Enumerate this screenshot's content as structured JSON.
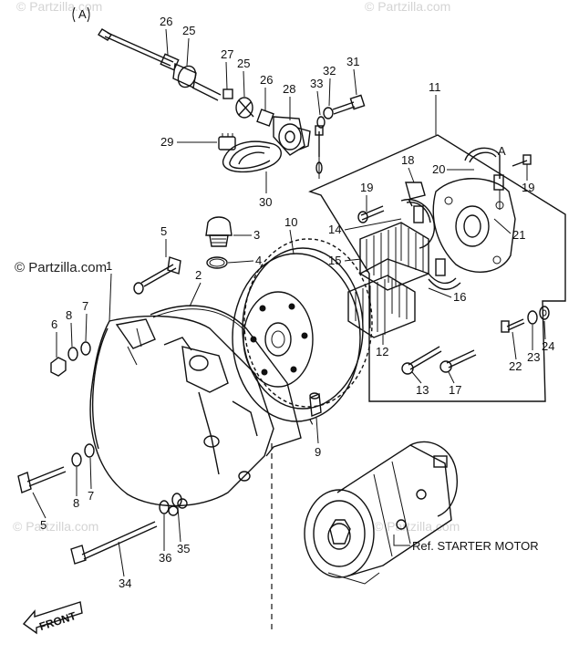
{
  "watermarks": {
    "top_left": "© Partzilla.com",
    "top_right": "© Partzilla.com",
    "main": "© Partzilla.com",
    "bottom_left": "© Partzilla.com",
    "bottom_right": "© Partzilla.com"
  },
  "markers": {
    "detail_top_left": "A",
    "detail_wire": "A"
  },
  "ref_label": "Ref. STARTER MOTOR",
  "front_label": "FRONT",
  "callouts": {
    "c26a": "26",
    "c25a": "25",
    "c27": "27",
    "c25b": "25",
    "c26b": "26",
    "c28": "28",
    "c33": "33",
    "c32": "32",
    "c31": "31",
    "c29": "29",
    "c30": "30",
    "c11": "11",
    "c18": "18",
    "c20": "20",
    "c19a": "19",
    "c19b": "19",
    "c14": "14",
    "c21": "21",
    "c15": "15",
    "c16": "16",
    "c12": "12",
    "c13": "13",
    "c17": "17",
    "c22": "22",
    "c23": "23",
    "c24": "24",
    "c10": "10",
    "c3": "3",
    "c4": "4",
    "c5a": "5",
    "c2": "2",
    "c1": "1",
    "c6": "6",
    "c8a": "8",
    "c7a": "7",
    "c9": "9",
    "c5b": "5",
    "c8b": "8",
    "c7b": "7",
    "c36": "36",
    "c35": "35",
    "c34": "34"
  }
}
